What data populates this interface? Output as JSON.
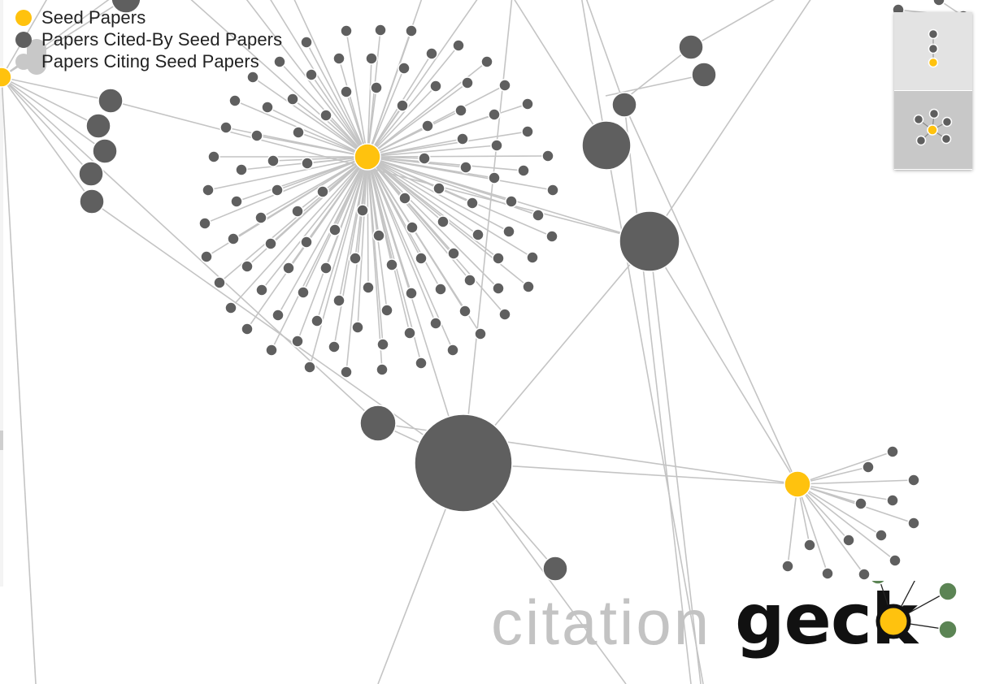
{
  "legend": {
    "items": [
      {
        "label": "Seed Papers",
        "color": "#ffc20e"
      },
      {
        "label": "Papers Cited-By Seed Papers",
        "color": "#5f5f5f"
      },
      {
        "label": "Papers Citing Seed Papers",
        "color": "#c8c8c8"
      }
    ]
  },
  "view_modes": [
    {
      "name": "list-view",
      "icon": "list-nodes-icon",
      "active": false
    },
    {
      "name": "network-view",
      "icon": "network-nodes-icon",
      "active": true
    }
  ],
  "logo": {
    "part1": "citation",
    "part2": "geck",
    "mark_color_seed": "#ffc20e",
    "mark_color_leaf": "#5b8454"
  },
  "colors": {
    "seed": "#ffc20e",
    "cited": "#5f5f5f",
    "edge": "#c4c4c4"
  }
}
